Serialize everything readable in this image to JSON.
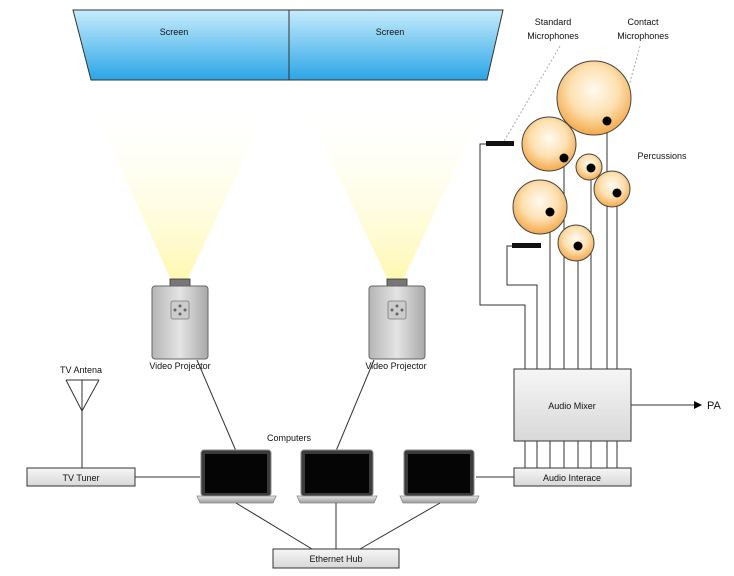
{
  "screens": {
    "left": "Screen",
    "right": "Screen"
  },
  "projectors": {
    "left": "Video Projector",
    "right": "Video Projector"
  },
  "microphones": {
    "standard": [
      "Standard",
      "Microphones"
    ],
    "contact": [
      "Contact",
      "Microphones"
    ]
  },
  "percussions": "Percussions",
  "tv_antenna": "TV Antena",
  "tv_tuner": "TV Tuner",
  "computers": "Computers",
  "ethernet_hub": "Ethernet Hub",
  "audio_mixer": "Audio Mixer",
  "audio_interface": "Audio Interace",
  "pa": "PA",
  "colors": {
    "screen_top": "#bfe6fa",
    "screen_bottom": "#2aa7e8",
    "beam": "#fff7b8",
    "drum": "#f7b25a",
    "box": "#eeeeee"
  }
}
